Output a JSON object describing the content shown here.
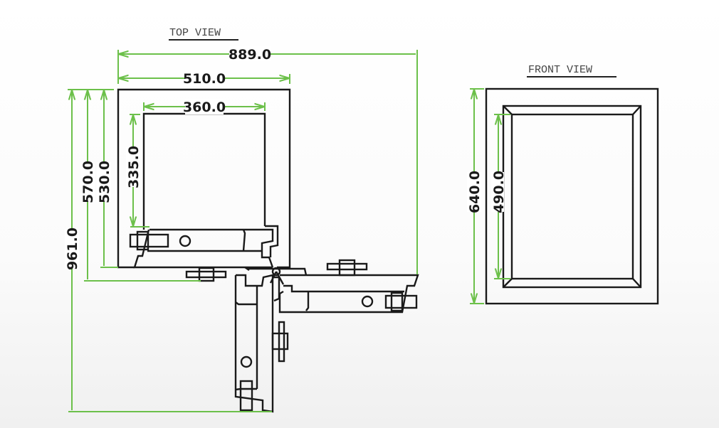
{
  "colors": {
    "outline": "#1a1a1a",
    "dimension": "#6cc04a"
  },
  "top_view": {
    "title": "TOP VIEW",
    "dims": {
      "overall_width": "889.0",
      "outer_width": "510.0",
      "inner_width": "360.0",
      "inner_depth": "335.0",
      "depth_570": "570.0",
      "depth_530": "530.0",
      "overall_depth": "961.0"
    }
  },
  "front_view": {
    "title": "FRONT VIEW",
    "dims": {
      "outer_height": "640.0",
      "inner_height": "490.0"
    }
  }
}
